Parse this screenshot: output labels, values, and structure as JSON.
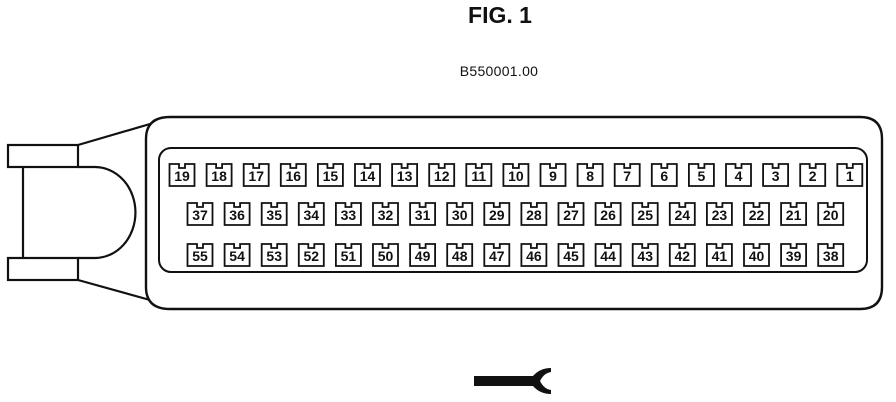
{
  "figure": {
    "title": "FIG. 1",
    "code": "B550001.00"
  },
  "connector": {
    "rows": [
      [
        "19",
        "18",
        "17",
        "16",
        "15",
        "14",
        "13",
        "12",
        "11",
        "10",
        "9",
        "8",
        "7",
        "6",
        "5",
        "4",
        "3",
        "2",
        "1"
      ],
      [
        "37",
        "36",
        "35",
        "34",
        "33",
        "32",
        "31",
        "30",
        "29",
        "28",
        "27",
        "26",
        "25",
        "24",
        "23",
        "22",
        "21",
        "20"
      ],
      [
        "55",
        "54",
        "53",
        "52",
        "51",
        "50",
        "49",
        "48",
        "47",
        "46",
        "45",
        "44",
        "43",
        "42",
        "41",
        "40",
        "39",
        "38"
      ]
    ]
  },
  "symbol": {
    "icon": "wire-harness-connector-symbol"
  }
}
